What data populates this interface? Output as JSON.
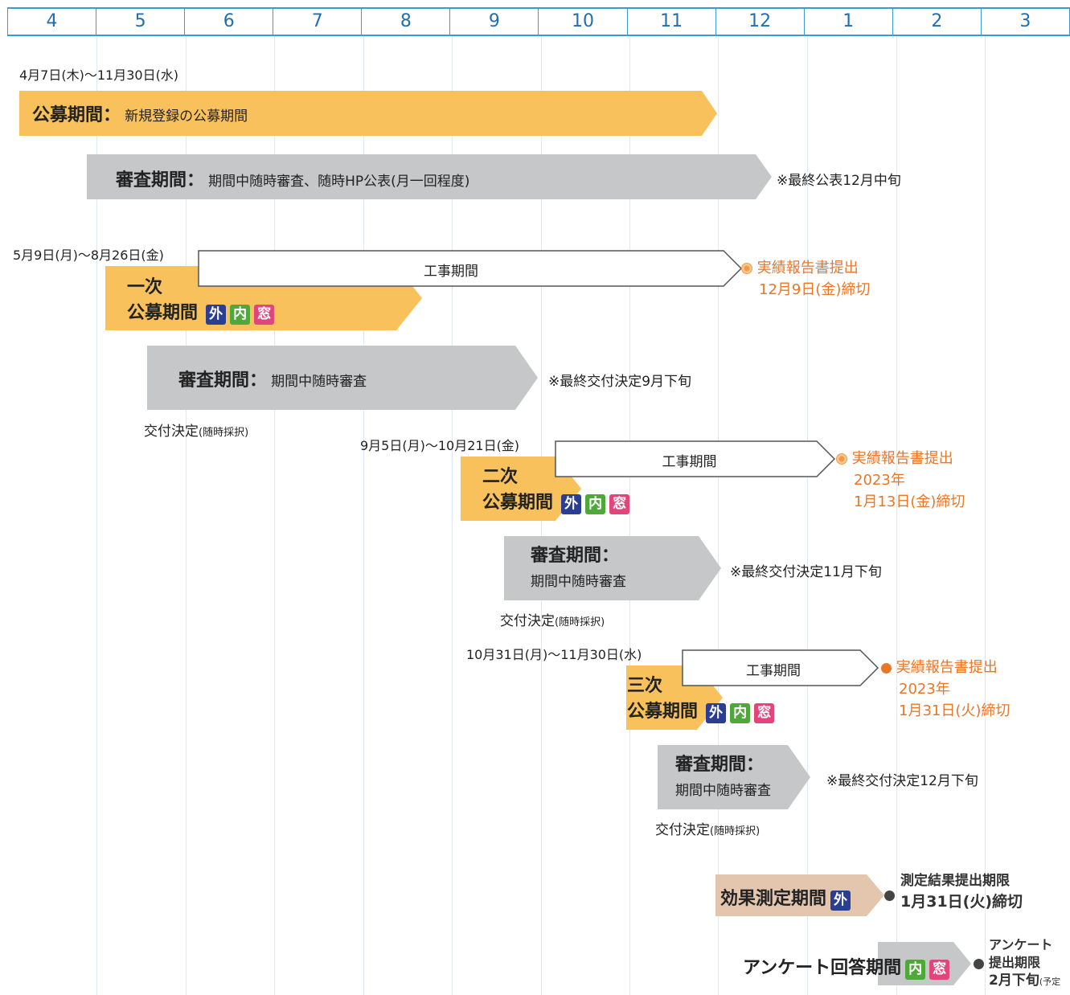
{
  "months": [
    "4",
    "5",
    "6",
    "7",
    "8",
    "9",
    "10",
    "11",
    "12",
    "1",
    "2",
    "3"
  ],
  "main": {
    "date": "4月7日(木)〜11月30日(水)",
    "title": "公募期間：",
    "sub": "新規登録の公募期間"
  },
  "main_review": {
    "title": "審査期間：",
    "sub": "期間中随時審査、随時HP公表(月一回程度)",
    "note": "※最終公表12月中旬"
  },
  "round1": {
    "date": "5月9日(月)〜8月26日(金)",
    "title_line1": "一次",
    "title_line2": "公募期間",
    "construction": "工事期間",
    "report_line1": "実績報告書提出",
    "report_line2": "12月9日(金)締切",
    "review_title": "審査期間：",
    "review_sub": "期間中随時審査",
    "review_note": "※最終交付決定9月下旬",
    "grant": "交付決定",
    "grant_small": "(随時採択)"
  },
  "round2": {
    "date": "9月5日(月)〜10月21日(金)",
    "title_line1": "二次",
    "title_line2": "公募期間",
    "construction": "工事期間",
    "report_line1": "実績報告書提出",
    "report_line2": "2023年",
    "report_line3": "1月13日(金)締切",
    "review_title": "審査期間：",
    "review_sub": "期間中随時審査",
    "review_note": "※最終交付決定11月下旬",
    "grant": "交付決定",
    "grant_small": "(随時採択)"
  },
  "round3": {
    "date": "10月31日(月)〜11月30日(水)",
    "title_line1": "三次",
    "title_line2": "公募期間",
    "construction": "工事期間",
    "report_line1": "実績報告書提出",
    "report_line2": "2023年",
    "report_line3": "1月31日(火)締切",
    "review_title": "審査期間：",
    "review_sub": "期間中随時審査",
    "review_note": "※最終交付決定12月下旬",
    "grant": "交付決定",
    "grant_small": "(随時採択)"
  },
  "badges": {
    "out": "外",
    "in": "内",
    "win": "窓"
  },
  "effect": {
    "title": "効果測定期間",
    "deadline_label": "測定結果提出期限",
    "deadline": "1月31日(火)締切"
  },
  "survey": {
    "title": "アンケート回答期間",
    "label1": "アンケート",
    "label2": "提出期限",
    "deadline": "2月下旬",
    "deadline_small": "(予定"
  },
  "colors": {
    "orange": "#f8c15c",
    "gray": "#c5c7c9",
    "tan": "#e3c6ad",
    "accent_text": "#e8772a",
    "month_header": "#3a9ad9",
    "badge_out": "#2c3e91",
    "badge_in": "#4ea93a",
    "badge_win": "#e0457b"
  }
}
